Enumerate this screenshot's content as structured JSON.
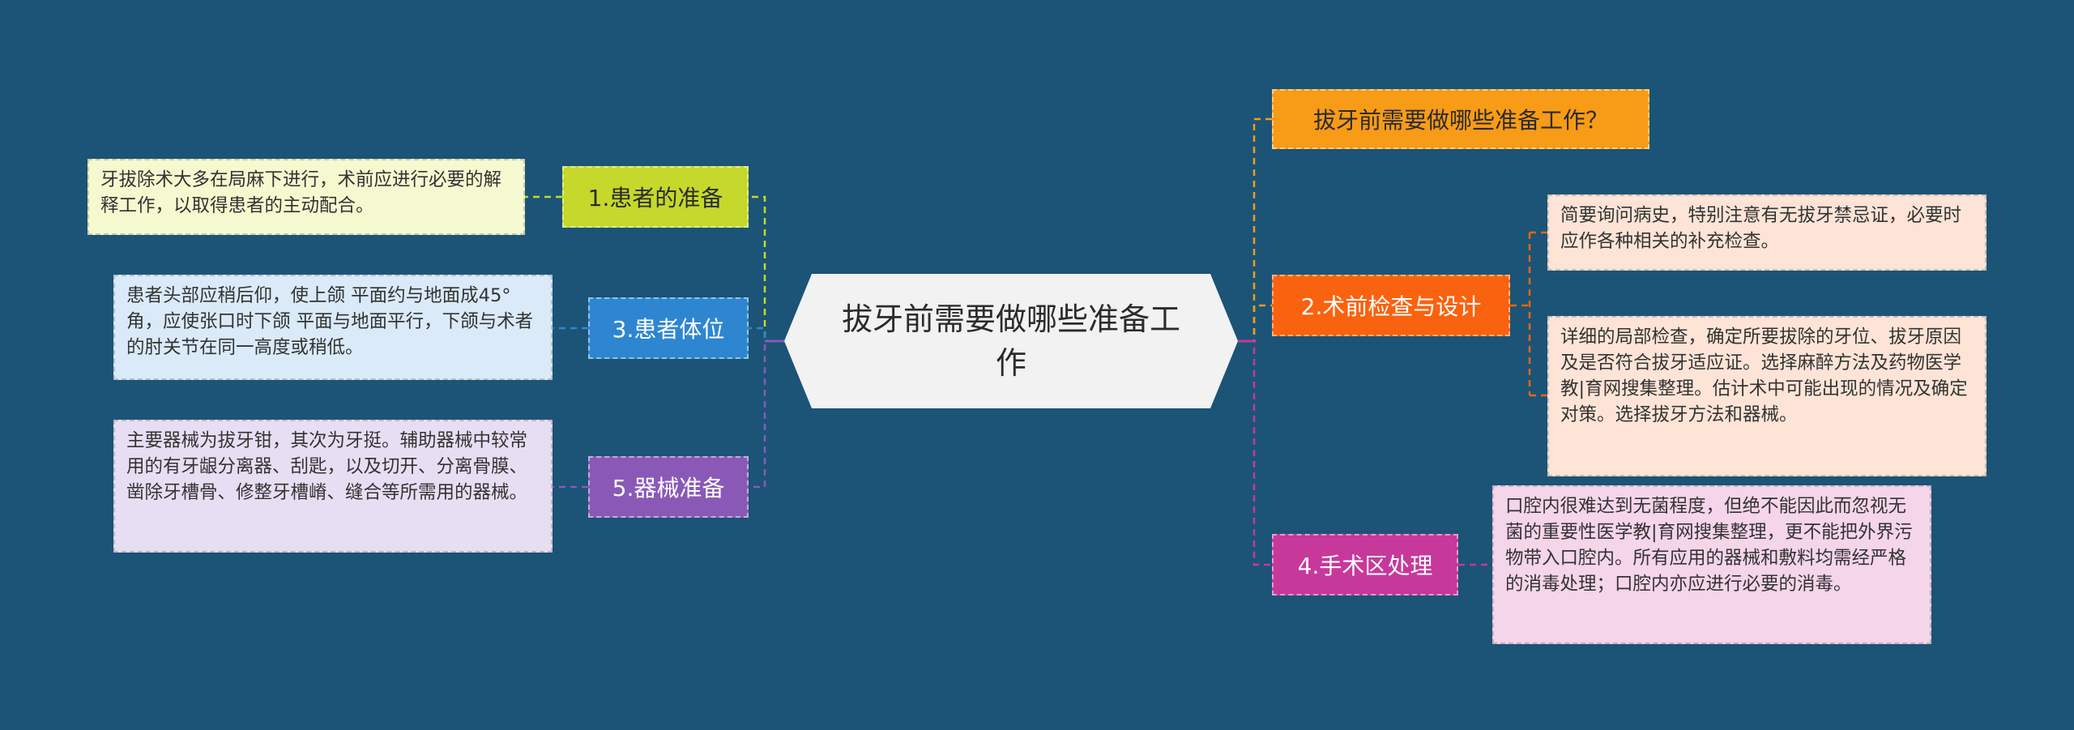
{
  "center": {
    "title": "拔牙前需要做哪些准备工作"
  },
  "right_title": {
    "label": "拔牙前需要做哪些准备工作？"
  },
  "branches": {
    "patient_prep": {
      "label": "1.患者的准备",
      "text": "牙拔除术大多在局麻下进行，术前应进行必要的解释工作，以取得患者的主动配合。"
    },
    "preop_check": {
      "label": "2.术前检查与设计",
      "text1": "简要询问病史，特别注意有无拔牙禁忌证，必要时应作各种相关的补充检查。",
      "text2": "详细的局部检查，确定所要拔除的牙位、拔牙原因及是否符合拔牙适应证。选择麻醉方法及药物医学教|育网搜集整理。估计术中可能出现的情况及确定对策。选择拔牙方法和器械。"
    },
    "patient_position": {
      "label": "3.患者体位",
      "text": "患者头部应稍后仰，使上颌 平面约与地面成45°角，应使张口时下颌 平面与地面平行，下颌与术者的肘关节在同一高度或稍低。"
    },
    "surgical_area": {
      "label": "4.手术区处理",
      "text": "口腔内很难达到无菌程度，但绝不能因此而忽视无菌的重要性医学教|育网搜集整理，更不能把外界污物带入口腔内。所有应用的器械和敷料均需经严格的消毒处理；口腔内亦应进行必要的消毒。"
    },
    "instruments": {
      "label": "5.器械准备",
      "text": "主要器械为拔牙钳，其次为牙挺。辅助器械中较常用的有牙龈分离器、刮匙，以及切开、分离骨膜、凿除牙槽骨、修整牙槽嵴、缝合等所需用的器械。"
    }
  },
  "colors": {
    "background": "#1b5476",
    "branch_yellowgreen": "#c5d82b",
    "branch_blue": "#2e86d0",
    "branch_purple": "#8a59b8",
    "branch_orange": "#f89b16",
    "branch_redorange": "#f9620f",
    "branch_magenta": "#c7389b"
  }
}
